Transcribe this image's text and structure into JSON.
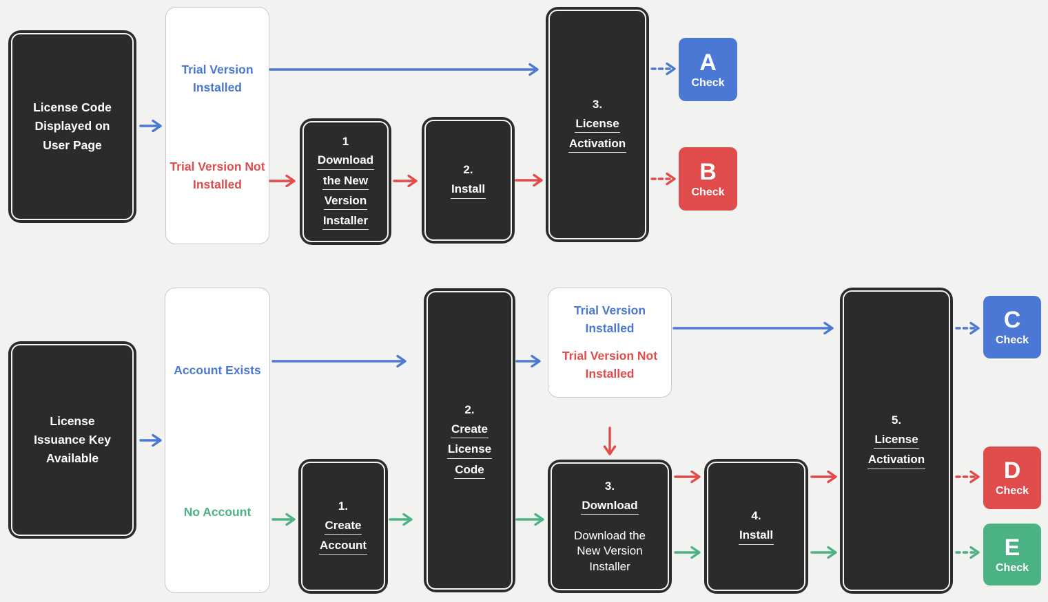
{
  "colors": {
    "blue": "#4a78d4",
    "red": "#e04b4b",
    "green": "#4bb283",
    "dark": "#2b2b2b",
    "bg": "#f2f2f0",
    "white_box_border": "#c9c9c9"
  },
  "flow_top": {
    "start_label": "License Code Displayed on User Page",
    "branch": {
      "installed": "Trial Version Installed",
      "not_installed": "Trial Version Not Installed"
    },
    "step1": {
      "number": "1",
      "lines": [
        "Download",
        "the New",
        "Version",
        "Installer"
      ]
    },
    "step2": {
      "number": "2.",
      "lines": [
        "Install"
      ]
    },
    "step3": {
      "number": "3.",
      "lines": [
        "License",
        "Activation"
      ]
    },
    "check_a": {
      "letter": "A",
      "label": "Check",
      "color": "blue"
    },
    "check_b": {
      "letter": "B",
      "label": "Check",
      "color": "red"
    }
  },
  "flow_bottom": {
    "start_label": "License Issuance Key Available",
    "branch_account": {
      "exists": "Account Exists",
      "none": "No Account"
    },
    "step1": {
      "number": "1.",
      "lines": [
        "Create",
        "Account"
      ]
    },
    "step2": {
      "number": "2.",
      "lines": [
        "Create",
        "License",
        "Code"
      ]
    },
    "branch_trial": {
      "installed": "Trial Version Installed",
      "not_installed": "Trial Version Not Installed"
    },
    "step3": {
      "number": "3.",
      "lines": [
        "Download"
      ],
      "sub_label": "Download the New Version Installer"
    },
    "step4": {
      "number": "4.",
      "lines": [
        "Install"
      ]
    },
    "step5": {
      "number": "5.",
      "lines": [
        "License",
        "Activation"
      ]
    },
    "check_c": {
      "letter": "C",
      "label": "Check",
      "color": "blue"
    },
    "check_d": {
      "letter": "D",
      "label": "Check",
      "color": "red"
    },
    "check_e": {
      "letter": "E",
      "label": "Check",
      "color": "green"
    }
  },
  "edges": [
    {
      "id": "arrow-license-code-to-branch",
      "color": "blue",
      "style": "solid"
    },
    {
      "id": "arrow-trial-installed-to-activation",
      "color": "blue",
      "style": "solid"
    },
    {
      "id": "arrow-trial-not-installed-to-download",
      "color": "red",
      "style": "solid"
    },
    {
      "id": "arrow-download-to-install",
      "color": "red",
      "style": "solid"
    },
    {
      "id": "arrow-install-to-activation",
      "color": "red",
      "style": "solid"
    },
    {
      "id": "arrow-activation-to-check-a",
      "color": "blue",
      "style": "dashed"
    },
    {
      "id": "arrow-activation-to-check-b",
      "color": "red",
      "style": "dashed"
    },
    {
      "id": "arrow-issuance-key-to-branch",
      "color": "blue",
      "style": "solid"
    },
    {
      "id": "arrow-account-exists-to-create-license-code",
      "color": "blue",
      "style": "solid"
    },
    {
      "id": "arrow-no-account-to-create-account",
      "color": "green",
      "style": "solid"
    },
    {
      "id": "arrow-create-account-to-create-license-code",
      "color": "green",
      "style": "solid"
    },
    {
      "id": "arrow-create-license-code-to-trial-branch",
      "color": "blue",
      "style": "solid"
    },
    {
      "id": "arrow-create-license-code-to-download",
      "color": "green",
      "style": "solid"
    },
    {
      "id": "arrow-trial-installed-to-activation-bottom",
      "color": "blue",
      "style": "solid"
    },
    {
      "id": "arrow-trial-not-installed-down-to-download",
      "color": "red",
      "style": "solid"
    },
    {
      "id": "arrow-download-to-install-red",
      "color": "red",
      "style": "solid"
    },
    {
      "id": "arrow-download-to-install-green",
      "color": "green",
      "style": "solid"
    },
    {
      "id": "arrow-install-to-activation-red",
      "color": "red",
      "style": "solid"
    },
    {
      "id": "arrow-install-to-activation-green",
      "color": "green",
      "style": "solid"
    },
    {
      "id": "arrow-activation-to-check-c",
      "color": "blue",
      "style": "dashed"
    },
    {
      "id": "arrow-activation-to-check-d",
      "color": "red",
      "style": "dashed"
    },
    {
      "id": "arrow-activation-to-check-e",
      "color": "green",
      "style": "dashed"
    }
  ]
}
